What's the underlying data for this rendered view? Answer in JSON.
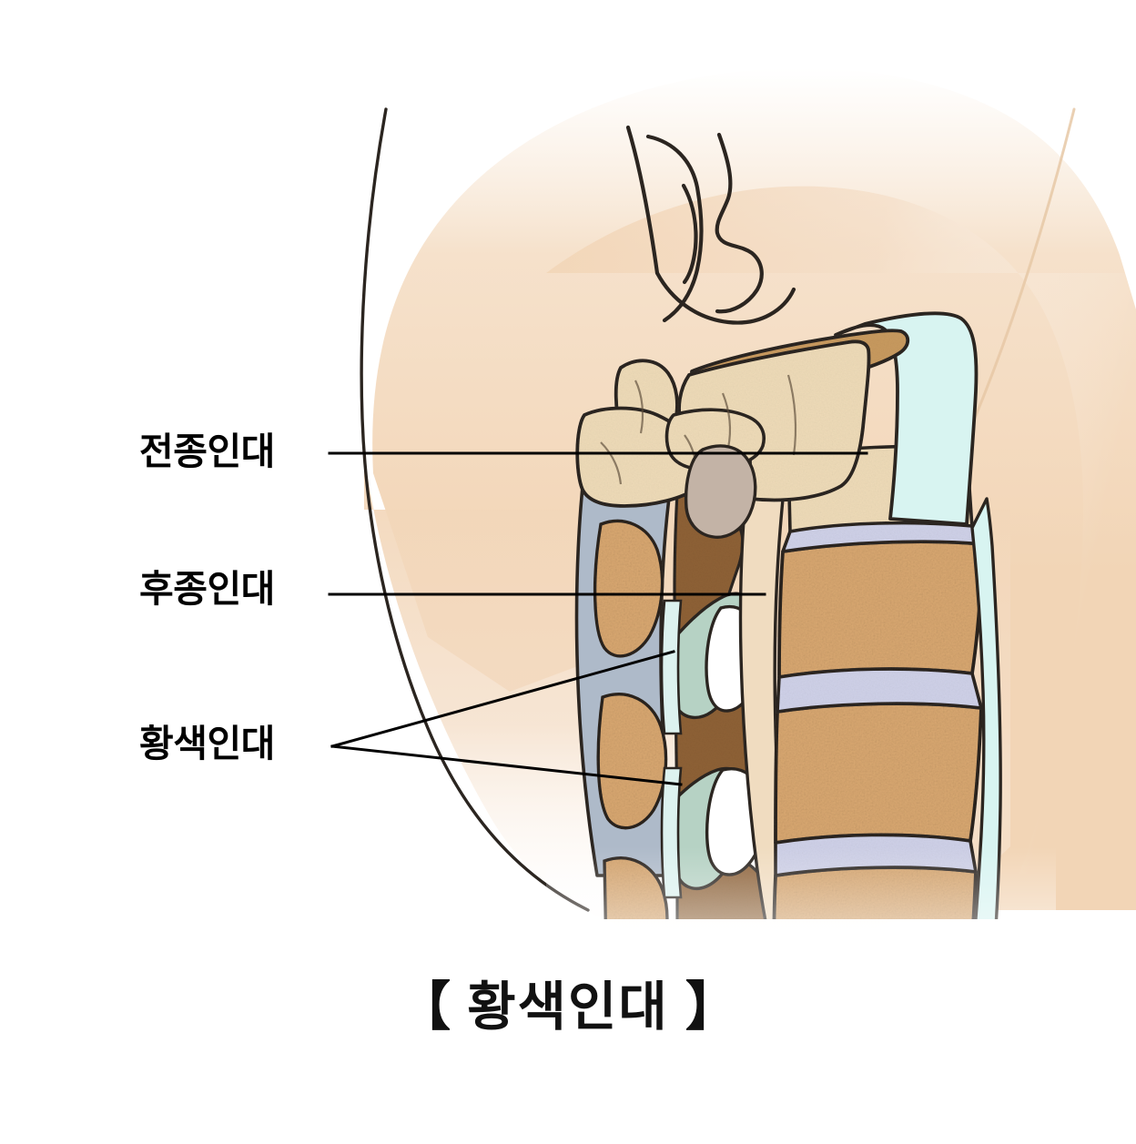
{
  "document": {
    "kind": "anatomical-illustration",
    "subject": "cervical-spine-ligaments-lateral-view",
    "background_color": "#ffffff"
  },
  "callouts": [
    {
      "id": "anterior-longitudinal-ligament",
      "label": "전종인대",
      "leader": "straight-horizontal",
      "points_to": "pale cyan band on anterior surface of vertebral bodies"
    },
    {
      "id": "posterior-longitudinal-ligament",
      "label": "후종인대",
      "leader": "straight-horizontal",
      "points_to": "cream strip on posterior surface of vertebral bodies"
    },
    {
      "id": "ligamentum-flavum",
      "label": "황색인대",
      "leader": "two-branch-fork",
      "points_to": "two sage-green wedges between adjacent laminae"
    }
  ],
  "caption": {
    "open_bracket": "【",
    "text": "황색인대",
    "close_bracket": "】",
    "full": "【 황색인대 】"
  },
  "palette": {
    "skin_light": "#f7e3cf",
    "skin_mid": "#f2d5b6",
    "skin_shadow": "#e8c49f",
    "outline": "#1d1a17",
    "bone_cream": "#eedbb8",
    "vertebral_body": "#d9a871",
    "vertebral_body_dark": "#c59255",
    "disc_lavender": "#cfd1e8",
    "lamina_blue_gray": "#aebac9",
    "ligamentum_flavum_green": "#b6d2c4",
    "anterior_ligament_cyan": "#d8f4f1",
    "posterior_ligament_cream": "#f0dcc0",
    "spinal_cord_brown": "#8e6135",
    "nerve_root_white": "#ffffff",
    "odontoid_gray": "#c3b3a6",
    "occiput_tan": "#c89a5f"
  },
  "structures": [
    {
      "name": "head-and-neck-silhouette",
      "color": "#f2d5b6"
    },
    {
      "name": "ear",
      "color": "#f2d5b6"
    },
    {
      "name": "occipital-bone",
      "color": "#eedbb8"
    },
    {
      "name": "atlas-and-axis",
      "color": "#eedbb8"
    },
    {
      "name": "odontoid-process",
      "color": "#c3b3a6"
    },
    {
      "name": "vertebral-bodies",
      "color": "#d9a871",
      "count": 4
    },
    {
      "name": "intervertebral-discs",
      "color": "#cfd1e8",
      "count": 3
    },
    {
      "name": "laminae-and-spinous-processes",
      "color": "#aebac9",
      "count": 3
    },
    {
      "name": "ligamentum-flavum",
      "color": "#b6d2c4",
      "count": 2
    },
    {
      "name": "anterior-longitudinal-ligament",
      "color": "#d8f4f1"
    },
    {
      "name": "posterior-longitudinal-ligament",
      "color": "#f0dcc0"
    },
    {
      "name": "spinal-cord",
      "color": "#8e6135"
    },
    {
      "name": "nerve-roots",
      "color": "#ffffff",
      "count": 2
    }
  ]
}
